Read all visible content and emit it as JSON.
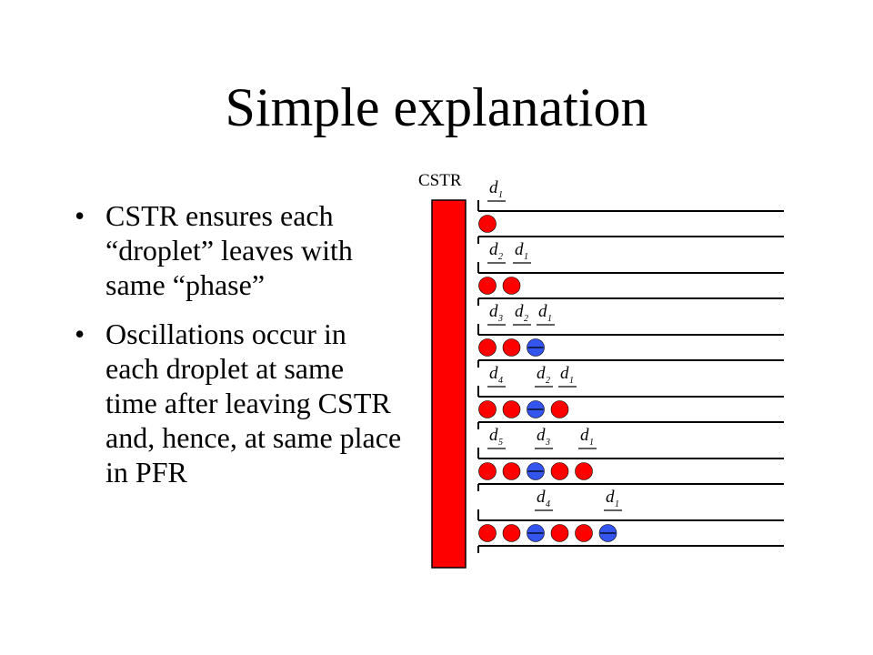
{
  "title": "Simple explanation",
  "bullets": [
    "CSTR ensures each “droplet” leaves with same “phase”",
    "Oscillations occur in each droplet at same time after leaving CSTR and, hence, at same place in PFR"
  ],
  "bullet_glyph": "•",
  "diagram": {
    "cstr_label": "CSTR",
    "colors": {
      "cstr": "#ff0000",
      "red_droplet": "#ff0000",
      "blue_droplet": "#3355ee",
      "line": "#000000"
    },
    "tubes": [
      {
        "labels": [
          {
            "letter": "d",
            "sub": "1"
          }
        ],
        "droplets": [
          "red"
        ]
      },
      {
        "labels": [
          {
            "letter": "d",
            "sub": "2"
          },
          {
            "letter": "d",
            "sub": "1"
          }
        ],
        "droplets": [
          "red",
          "red"
        ]
      },
      {
        "labels": [
          {
            "letter": "d",
            "sub": "3"
          },
          {
            "letter": "d",
            "sub": "2"
          },
          {
            "letter": "d",
            "sub": "1"
          }
        ],
        "droplets": [
          "red",
          "red",
          "blue"
        ]
      },
      {
        "labels": [
          {
            "letter": "d",
            "sub": "4"
          },
          {
            "letter": "d",
            "sub": "2"
          },
          {
            "letter": "d",
            "sub": "1"
          }
        ],
        "droplets": [
          "red",
          "red",
          "blue",
          "red"
        ]
      },
      {
        "labels": [
          {
            "letter": "d",
            "sub": "5"
          },
          {
            "letter": "d",
            "sub": "3"
          },
          {
            "letter": "d",
            "sub": "1"
          }
        ],
        "droplets": [
          "red",
          "red",
          "blue",
          "red",
          "red"
        ]
      },
      {
        "labels": [
          {
            "letter": "d",
            "sub": "4"
          },
          {
            "letter": "d",
            "sub": "1"
          }
        ],
        "droplets": [
          "red",
          "red",
          "blue",
          "red",
          "red",
          "blue"
        ]
      }
    ]
  }
}
